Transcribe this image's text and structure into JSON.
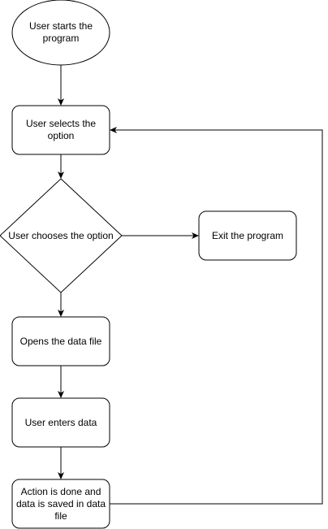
{
  "nodes": {
    "start": {
      "label": "User starts the program",
      "shape": "ellipse"
    },
    "select_option": {
      "label": "User selects the option",
      "shape": "rounded-rectangle"
    },
    "choose_option": {
      "label": "User chooses the option",
      "shape": "diamond"
    },
    "exit": {
      "label": "Exit the program",
      "shape": "rounded-rectangle"
    },
    "open_file": {
      "label": "Opens the data file",
      "shape": "rounded-rectangle"
    },
    "enter_data": {
      "label": "User enters data",
      "shape": "rounded-rectangle"
    },
    "action_done": {
      "label": "Action is done and data is saved in data file",
      "shape": "rounded-rectangle"
    }
  },
  "edges": [
    {
      "from": "start",
      "to": "select_option"
    },
    {
      "from": "select_option",
      "to": "choose_option"
    },
    {
      "from": "choose_option",
      "to": "exit"
    },
    {
      "from": "choose_option",
      "to": "open_file"
    },
    {
      "from": "open_file",
      "to": "enter_data"
    },
    {
      "from": "enter_data",
      "to": "action_done"
    },
    {
      "from": "action_done",
      "to": "select_option"
    }
  ],
  "colors": {
    "stroke": "#000000",
    "fill": "#ffffff",
    "text": "#000000"
  }
}
